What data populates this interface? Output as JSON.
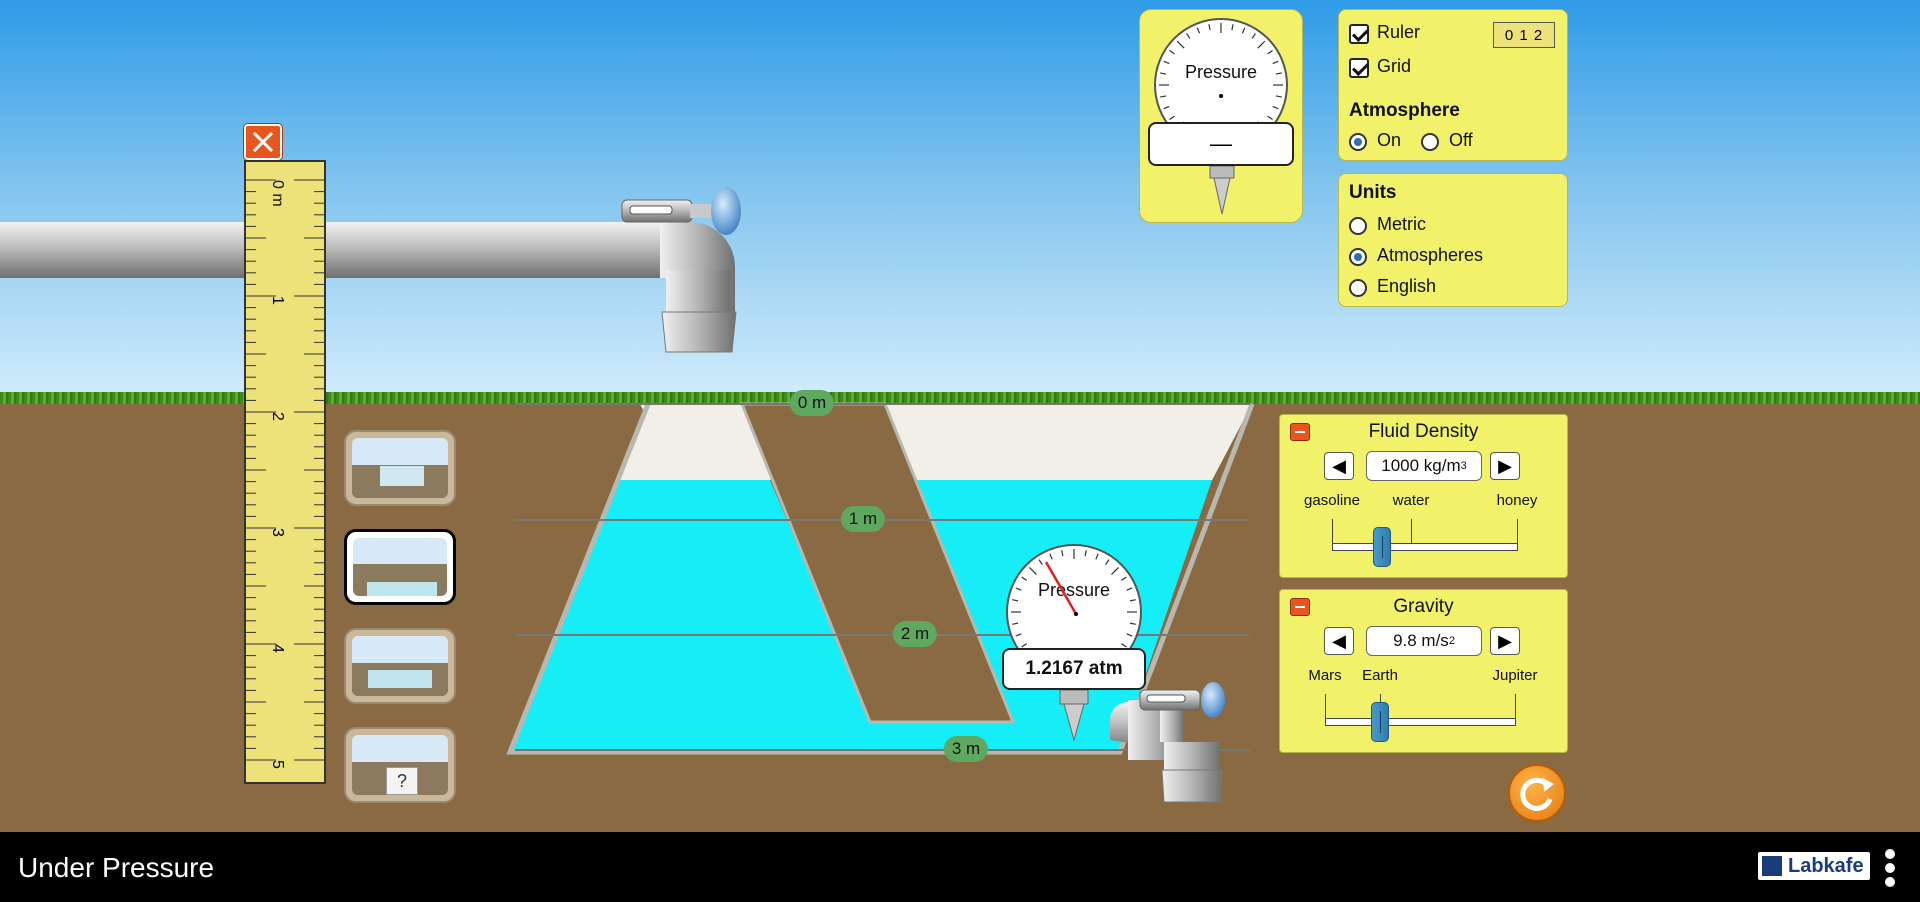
{
  "app": {
    "title": "Under Pressure",
    "brand": "Labkafe"
  },
  "ruler": {
    "labels": [
      "0 m",
      "1",
      "2",
      "3",
      "4",
      "5"
    ]
  },
  "pool": {
    "depth_labels": [
      "0 m",
      "1 m",
      "2 m",
      "3 m"
    ]
  },
  "gauges": {
    "top": {
      "title": "Pressure",
      "readout": "—"
    },
    "water": {
      "title": "Pressure",
      "readout": "1.2167 atm"
    }
  },
  "options_panel": {
    "ruler_label": "Ruler",
    "ruler_checked": true,
    "grid_label": "Grid",
    "grid_checked": true,
    "ruler_icon_text": "0 1 2",
    "atmosphere_title": "Atmosphere",
    "on_label": "On",
    "off_label": "Off",
    "atmosphere_selected": "On"
  },
  "units_panel": {
    "title": "Units",
    "options": [
      "Metric",
      "Atmospheres",
      "English"
    ],
    "selected": "Atmospheres"
  },
  "fluid_density": {
    "title": "Fluid Density",
    "value": "1000 kg/m",
    "unit_sup": "3",
    "tick_labels": [
      "gasoline",
      "water",
      "honey"
    ],
    "slider_fraction": 0.27
  },
  "gravity": {
    "title": "Gravity",
    "value": "9.8 m/s",
    "unit_sup": "2",
    "tick_labels": [
      "Mars",
      "Earth",
      "Jupiter"
    ],
    "slider_fraction": 0.29
  },
  "colors": {
    "water": "#15eef7",
    "ground": "#8a6a43",
    "panel": "#f2f26a",
    "accent": "#f28c1a"
  },
  "icons": {
    "close": "close-icon",
    "reset": "reset-icon",
    "menu": "kebab-menu-icon"
  }
}
